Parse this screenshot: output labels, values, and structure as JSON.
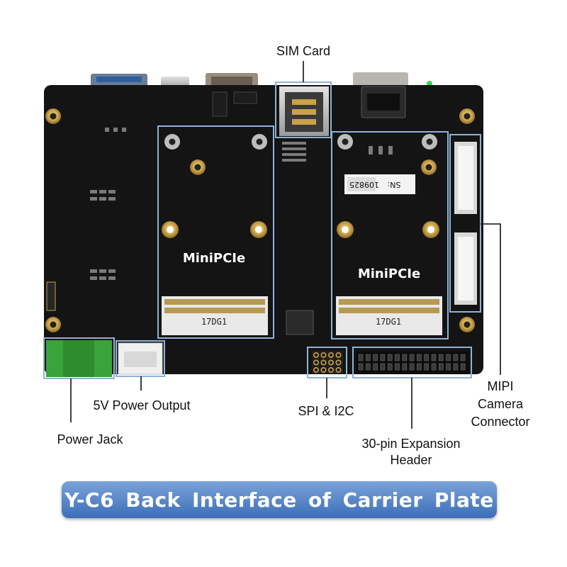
{
  "labels": {
    "sim_card": "SIM Card",
    "minipcie_left": "MiniPCIe",
    "minipcie_right": "MiniPCIe",
    "power_output": "5V Power Output",
    "power_jack": "Power Jack",
    "spi_i2c": "SPI & I2C",
    "expansion_header": [
      "30-pin Expansion",
      "Header"
    ],
    "mipi_camera": [
      "MIPI",
      "Camera",
      "Connector"
    ]
  },
  "board_text": {
    "serial_prefix": "SN:",
    "serial_number": "109825",
    "slot_code_left": "17DG1",
    "slot_code_right": "17DG1"
  },
  "banner": {
    "title": "Y-C6 Back Interface of Carrier Plate"
  },
  "colors": {
    "board": "#141414",
    "callout_box": "#8fb3d6",
    "gold": "#c9a24a",
    "terminal_green": "#3aa33a",
    "banner_top": "#7aa3d9",
    "banner_bottom": "#3c6fb8"
  }
}
